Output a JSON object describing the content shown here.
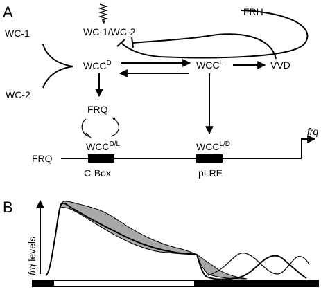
{
  "panel_a": {
    "label": "A",
    "nodes": {
      "wc1": "WC-1",
      "wc2": "WC-2",
      "wccd_base": "WCC",
      "wccd_sup": "D",
      "wc1wc2": "WC-1/WC-2",
      "frh": "FRH",
      "wccl_base": "WCC",
      "wccl_sup": "L",
      "vvd": "VVD",
      "frq_protein": "FRQ",
      "wccdl_base": "WCC",
      "wccdl_sup": "D/L",
      "wccld_base": "WCC",
      "wccld_sup": "L/D",
      "frq_left": "FRQ",
      "frq_gene": "frq",
      "cbox": "C-Box",
      "plre": "pLRE"
    }
  },
  "panel_b": {
    "label": "B",
    "ylabel_italic": "frq",
    "ylabel_rest": " levels"
  },
  "colors": {
    "shade": "#a8a8a8",
    "line": "#000000",
    "bar_light": "#ffffff"
  }
}
